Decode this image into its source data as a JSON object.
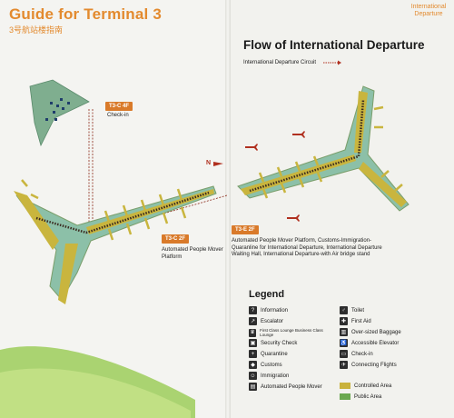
{
  "header": {
    "title": "Guide for Terminal 3",
    "subtitle": "3号航站楼指南",
    "corner_tag": "International Departure"
  },
  "right_page": {
    "title": "Flow of International Departure",
    "circuit_label": "International Departure Circuit"
  },
  "map": {
    "t3c_4f": {
      "tag": "T3-C 4F",
      "label": "Check-in"
    },
    "t3c_2f": {
      "tag": "T3-C 2F",
      "label": "Automated People Mover Platform"
    },
    "t3e_2f": {
      "tag": "T3-E 2F",
      "label": "Automated People Mover Platform, Customs-Immigration-Quaranline for International Departure, International Departure Waiting Hall, International Departure-with Air bridge stand"
    },
    "compass": "N"
  },
  "legend": {
    "title": "Legend",
    "items_left": [
      {
        "icon": "info-icon",
        "label": "Information"
      },
      {
        "icon": "escalator-icon",
        "label": "Escalator"
      },
      {
        "icon": "lounge-icon",
        "label": "First Class Lounge Business Class Lounge"
      },
      {
        "icon": "security-check-icon",
        "label": "Security Check"
      },
      {
        "icon": "quarantine-icon",
        "label": "Quarantine"
      },
      {
        "icon": "customs-icon",
        "label": "Customs"
      },
      {
        "icon": "immigration-icon",
        "label": "Immigration"
      },
      {
        "icon": "people-mover-icon",
        "label": "Automated People Mover"
      }
    ],
    "items_right": [
      {
        "icon": "toilet-icon",
        "label": "Toilet"
      },
      {
        "icon": "first-aid-icon",
        "label": "First Aid"
      },
      {
        "icon": "oversized-baggage-icon",
        "label": "Over-sized Baggage"
      },
      {
        "icon": "accessible-elevator-icon",
        "label": "Accessible Elevator"
      },
      {
        "icon": "check-in-icon",
        "label": "Check-in"
      },
      {
        "icon": "connecting-flights-icon",
        "label": "Connecting Flights"
      }
    ],
    "areas": [
      {
        "label": "Controlled Area",
        "color": "#c9b23c"
      },
      {
        "label": "Public Area",
        "color": "#6aa84f"
      }
    ]
  },
  "colors": {
    "accent": "#d97a2a",
    "terminal_fill": "#8cc0a8",
    "wing_fill": "#c9b53e",
    "dark_route": "#3a2a20"
  }
}
